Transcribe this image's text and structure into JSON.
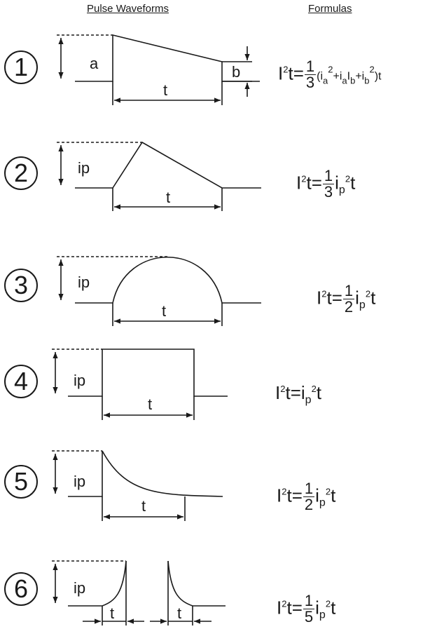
{
  "header": {
    "waveforms": "Pulse Waveforms",
    "formulas": "Formulas"
  },
  "rows": [
    {
      "number": "1",
      "label_a": "a",
      "label_b": "b",
      "label_t": "t",
      "formula": {
        "lhs_I": "I",
        "lhs_exp": "2",
        "lhs_t": "t=",
        "num": "1",
        "den": "3",
        "open": "(i",
        "a1": "a",
        "sq1": "2",
        "plus1": "+i",
        "a2": "a",
        "I2": "I",
        "b2": "b",
        "plus2": "+i",
        "b3": "b",
        "sq2": "2",
        "close": ")t"
      }
    },
    {
      "number": "2",
      "label": "ip",
      "label_t": "t",
      "formula": {
        "lhs_I": "I",
        "lhs_exp": "2",
        "lhs_t": "t=",
        "num": "1",
        "den": "3",
        "i": "i",
        "sub": "p",
        "exp": "2",
        "t": "t"
      }
    },
    {
      "number": "3",
      "label": "ip",
      "label_t": "t",
      "formula": {
        "lhs_I": "I",
        "lhs_exp": "2",
        "lhs_t": "t=",
        "num": "1",
        "den": "2",
        "i": "i",
        "sub": "p",
        "exp": "2",
        "t": "t"
      }
    },
    {
      "number": "4",
      "label": "ip",
      "label_t": "t",
      "formula": {
        "lhs_I": "I",
        "lhs_exp": "2",
        "lhs_t": "t=i",
        "sub": "p",
        "exp": "2",
        "t": "t"
      }
    },
    {
      "number": "5",
      "label": "ip",
      "label_t": "t",
      "formula": {
        "lhs_I": "I",
        "lhs_exp": "2",
        "lhs_t": "t=",
        "num": "1",
        "den": "2",
        "i": "i",
        "sub": "p",
        "exp": "2",
        "t": "t"
      }
    },
    {
      "number": "6",
      "label": "ip",
      "label_t1": "t",
      "label_t2": "t",
      "formula": {
        "lhs_I": "I",
        "lhs_exp": "2",
        "lhs_t": "t=",
        "num": "1",
        "den": "5",
        "i": "i",
        "sub": "p",
        "exp": "2",
        "t": "t"
      }
    }
  ]
}
